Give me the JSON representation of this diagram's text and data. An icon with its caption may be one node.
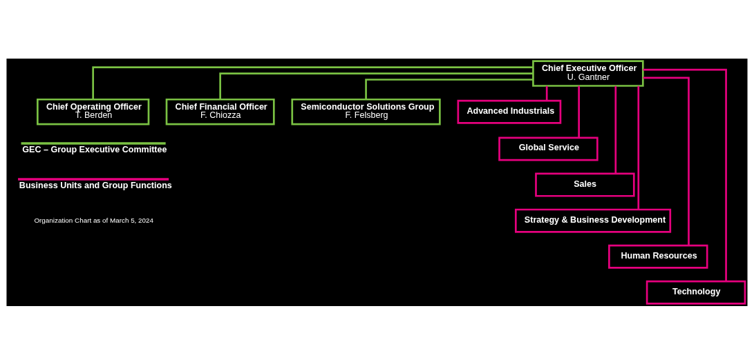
{
  "diagram": {
    "nodes": [
      {
        "text": [
          "Chief Executive Officer",
          "U. Gantner"
        ]
      },
      {
        "text": [
          "Chief Operating Officer",
          "T. Berden"
        ]
      },
      {
        "text": [
          "Chief Financial Officer",
          "F. Chiozza"
        ]
      },
      {
        "text": [
          "Semiconductor Solutions Group",
          "F. Felsberg"
        ]
      },
      {
        "text": [
          "Advanced Industrials"
        ]
      },
      {
        "text": [
          "Global Service"
        ]
      },
      {
        "text": [
          "Sales"
        ]
      },
      {
        "text": [
          "Strategy & Business Development"
        ]
      },
      {
        "text": [
          "Human Resources"
        ]
      },
      {
        "text": [
          "Technology"
        ]
      }
    ],
    "edges": [
      {
        "from": 0,
        "to": 1,
        "arrow": "none",
        "color": "#7ac143"
      },
      {
        "from": 0,
        "to": 2,
        "arrow": "none",
        "color": "#7ac143"
      },
      {
        "from": 0,
        "to": 3,
        "arrow": "none",
        "color": "#7ac143"
      },
      {
        "from": 0,
        "to": 4,
        "arrow": "none"
      },
      {
        "from": 0,
        "to": 5,
        "arrow": "none"
      },
      {
        "from": 0,
        "to": 6,
        "arrow": "none"
      },
      {
        "from": 0,
        "to": 7,
        "arrow": "none"
      },
      {
        "from": 0,
        "to": 8,
        "arrow": "none"
      },
      {
        "from": 0,
        "to": 9,
        "arrow": "none"
      }
    ],
    "labels": [
      "Organization Chart as of March 5, 2024"
    ],
    "legend": [
      {
        "text": "GEC – Group Executive Committee"
      },
      {
        "text": "Business Units and Group Functions"
      }
    ]
  }
}
